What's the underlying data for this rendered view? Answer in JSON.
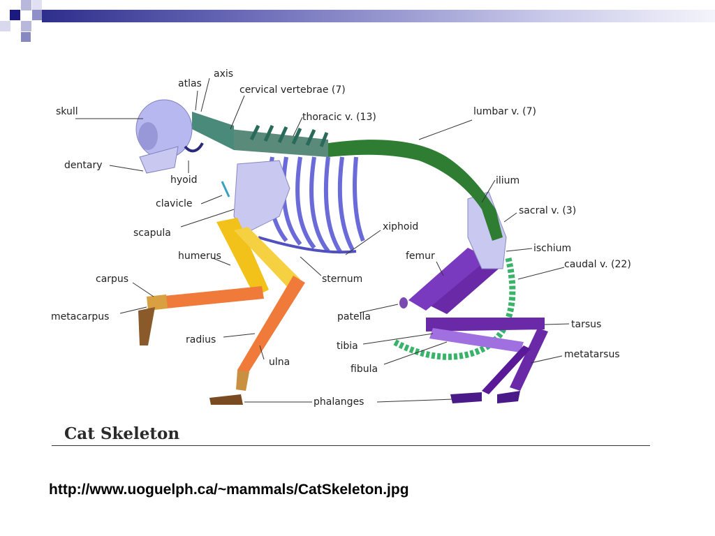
{
  "diagram": {
    "labels": {
      "axis": "axis",
      "atlas": "atlas",
      "cervical": "cervical  vertebrae (7)",
      "thoracic": "thoracic v. (13)",
      "lumbar": "lumbar v. (7)",
      "skull": "skull",
      "dentary": "dentary",
      "hyoid": "hyoid",
      "clavicle": "clavicle",
      "scapula": "scapula",
      "humerus": "humerus",
      "carpus": "carpus",
      "metacarpus": "metacarpus",
      "radius": "radius",
      "ulna": "ulna",
      "xiphoid": "xiphoid",
      "sternum": "sternum",
      "ilium": "ilium",
      "sacral": "sacral v. (3)",
      "ischium": "ischium",
      "caudal": "caudal v. (22)",
      "femur": "femur",
      "patella": "patella",
      "tibia": "tibia",
      "fibula": "fibula",
      "tarsus": "tarsus",
      "metatarsus": "metatarsus",
      "phalanges": "phalanges"
    },
    "caption": "Cat Skeleton"
  },
  "footer": {
    "url": "http://www.uoguelph.ca/~mammals/CatSkeleton.jpg"
  },
  "colors": {
    "skull": "#b8b8f0",
    "spine_cervical": "#5a8a7a",
    "spine_lumbar": "#2e7d32",
    "ribs": "#6a6ad8",
    "foreleg_upper": "#f2c21a",
    "foreleg_lower": "#f07a3a",
    "hindleg": "#6a2aa8",
    "tail": "#39b36a",
    "bg_deco": "#2e2e8c"
  }
}
